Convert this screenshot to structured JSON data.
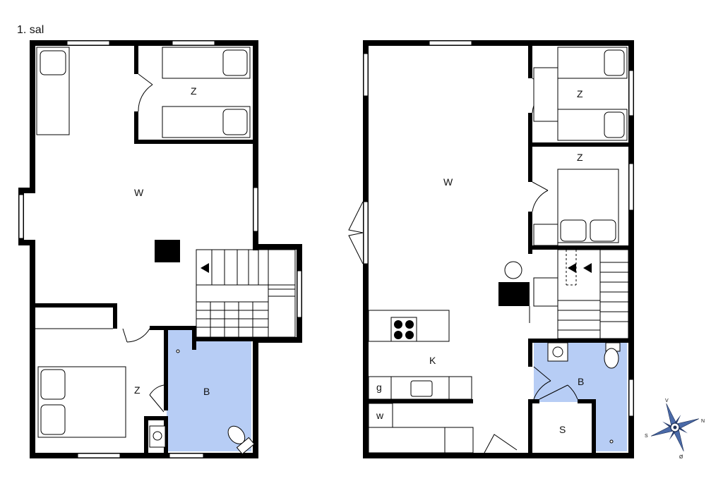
{
  "floor_label": "1. sal",
  "rooms": {
    "left_living": "W",
    "left_bedroom_top": "Z",
    "left_bedroom_bottom": "Z",
    "left_bathroom": "B",
    "right_living": "W",
    "right_bedroom_top": "Z",
    "right_bedroom_mid": "Z",
    "right_kitchen": "K",
    "right_bathroom": "B",
    "right_storage": "S",
    "right_fixture_g": "g",
    "right_fixture_w": "w"
  },
  "compass": {
    "north": "N",
    "south": "S",
    "east": "Ø",
    "west": "V"
  },
  "colors": {
    "wall": "#000000",
    "bathroom": "#b7cdf5",
    "window": "#ffffff",
    "line": "#000000"
  }
}
